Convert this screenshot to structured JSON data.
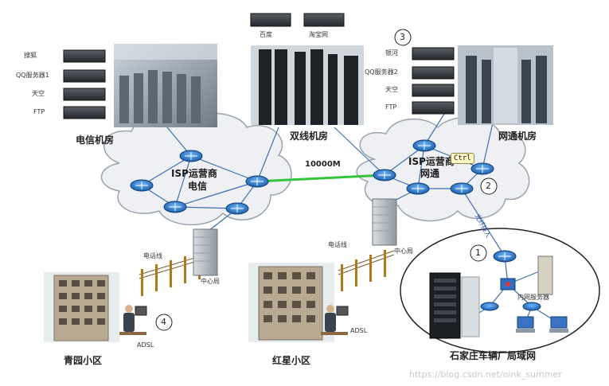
{
  "rooms": {
    "telecom": {
      "title": "电信机房",
      "servers": [
        "搜狐",
        "QQ服务器1",
        "天空",
        "FTP"
      ]
    },
    "dual": {
      "title": "双线机房",
      "servers": [
        "百度",
        "淘宝网"
      ]
    },
    "netcom": {
      "title": "网通机房",
      "servers": [
        "银河",
        "QQ服务器2",
        "天空",
        "FTP"
      ]
    }
  },
  "clouds": {
    "telecom": {
      "line1": "ISP运营商",
      "line2": "电信"
    },
    "netcom": {
      "line1": "ISP运营商",
      "line2": "网通"
    }
  },
  "backbone_label": "10000M",
  "ctrl_tag": "Ctrl",
  "number_markers": [
    "1",
    "2",
    "3",
    "4"
  ],
  "links": {
    "phone_line_1": "电话线",
    "phone_line_2": "电话线",
    "central_office_1": "中心局",
    "central_office_2": "中心局",
    "adsl_1": "ADSL",
    "adsl_2": "ADSL",
    "fiber_access": "光纤接入",
    "intranet_server": "内网服务器"
  },
  "areas": {
    "qingyuan": "青园小区",
    "hongxing": "红星小区",
    "lan": "石家庄车辆厂局域网"
  },
  "watermark": "https://blog.csdn.net/oink_summer"
}
